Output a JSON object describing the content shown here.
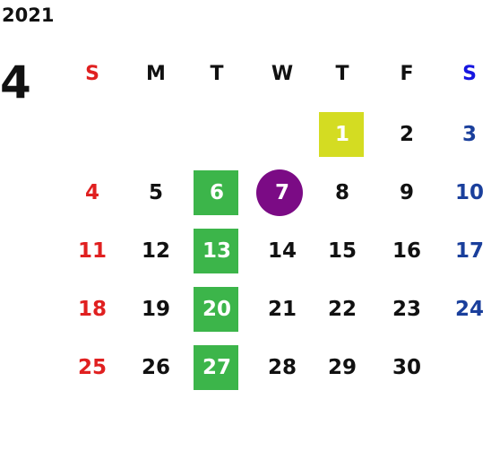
{
  "header": {
    "year": "2021",
    "month": "4"
  },
  "colors": {
    "sunday": "#e02020",
    "saturday": "#1a3f9c",
    "weekday": "#111111",
    "highlight_green": "#3cb54a",
    "highlight_yellow": "#d4dc22",
    "highlight_purple": "#7b0b85",
    "highlight_text": "#ffffff",
    "weekday_header_sunday": "#e02020",
    "weekday_header_saturday": "#1616e0"
  },
  "weekdays": [
    "S",
    "M",
    "T",
    "W",
    "T",
    "F",
    "S"
  ],
  "days": [
    {
      "label": "1",
      "col": 4,
      "row": 0,
      "highlight": "yellow"
    },
    {
      "label": "2",
      "col": 5,
      "row": 0
    },
    {
      "label": "3",
      "col": 6,
      "row": 0
    },
    {
      "label": "4",
      "col": 0,
      "row": 1
    },
    {
      "label": "5",
      "col": 1,
      "row": 1
    },
    {
      "label": "6",
      "col": 2,
      "row": 1,
      "highlight": "green"
    },
    {
      "label": "7",
      "col": 3,
      "row": 1,
      "highlight": "purple"
    },
    {
      "label": "8",
      "col": 4,
      "row": 1
    },
    {
      "label": "9",
      "col": 5,
      "row": 1
    },
    {
      "label": "10",
      "col": 6,
      "row": 1
    },
    {
      "label": "11",
      "col": 0,
      "row": 2
    },
    {
      "label": "12",
      "col": 1,
      "row": 2
    },
    {
      "label": "13",
      "col": 2,
      "row": 2,
      "highlight": "green"
    },
    {
      "label": "14",
      "col": 3,
      "row": 2
    },
    {
      "label": "15",
      "col": 4,
      "row": 2
    },
    {
      "label": "16",
      "col": 5,
      "row": 2
    },
    {
      "label": "17",
      "col": 6,
      "row": 2
    },
    {
      "label": "18",
      "col": 0,
      "row": 3
    },
    {
      "label": "19",
      "col": 1,
      "row": 3
    },
    {
      "label": "20",
      "col": 2,
      "row": 3,
      "highlight": "green"
    },
    {
      "label": "21",
      "col": 3,
      "row": 3
    },
    {
      "label": "22",
      "col": 4,
      "row": 3
    },
    {
      "label": "23",
      "col": 5,
      "row": 3
    },
    {
      "label": "24",
      "col": 6,
      "row": 3
    },
    {
      "label": "25",
      "col": 0,
      "row": 4
    },
    {
      "label": "26",
      "col": 1,
      "row": 4
    },
    {
      "label": "27",
      "col": 2,
      "row": 4,
      "highlight": "green"
    },
    {
      "label": "28",
      "col": 3,
      "row": 4
    },
    {
      "label": "29",
      "col": 4,
      "row": 4
    },
    {
      "label": "30",
      "col": 5,
      "row": 4
    }
  ]
}
